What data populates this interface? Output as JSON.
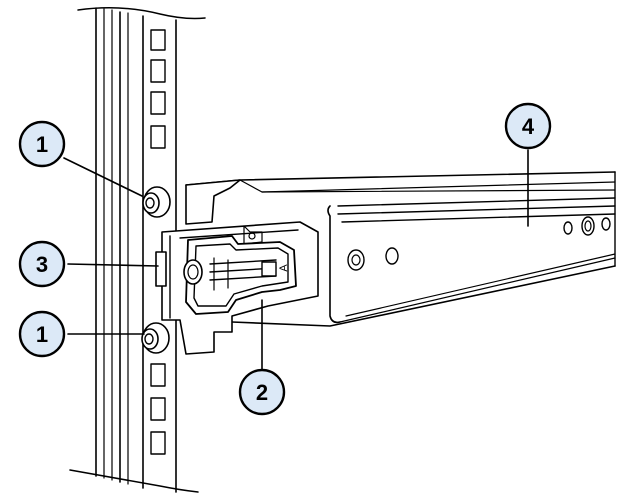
{
  "diagram": {
    "callouts": [
      {
        "id": "1",
        "label": "1"
      },
      {
        "id": "3",
        "label": "3"
      },
      {
        "id": "1b",
        "label": "1"
      },
      {
        "id": "2",
        "label": "2"
      },
      {
        "id": "4",
        "label": "4"
      }
    ],
    "latch_marking": "A",
    "colors": {
      "callout_fill": "#dce9f7",
      "line": "#000000",
      "background": "#ffffff"
    }
  }
}
